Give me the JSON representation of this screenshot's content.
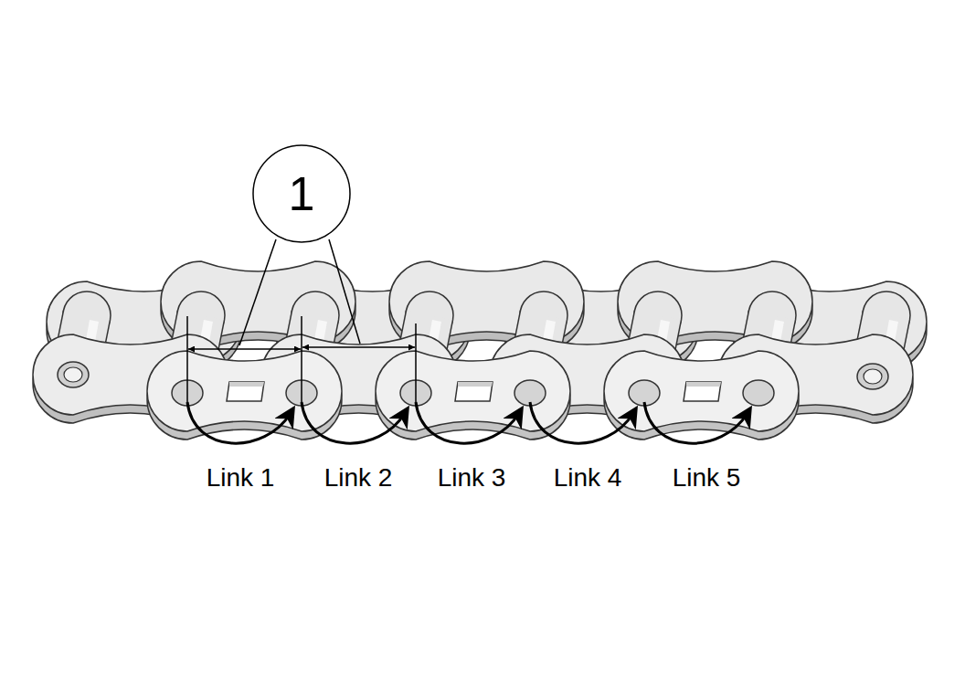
{
  "diagram": {
    "nodes": [
      {
        "text": [
          "1"
        ]
      }
    ],
    "labels": [
      "Link 1",
      "Link 2",
      "Link 3",
      "Link 4",
      "Link 5"
    ]
  }
}
